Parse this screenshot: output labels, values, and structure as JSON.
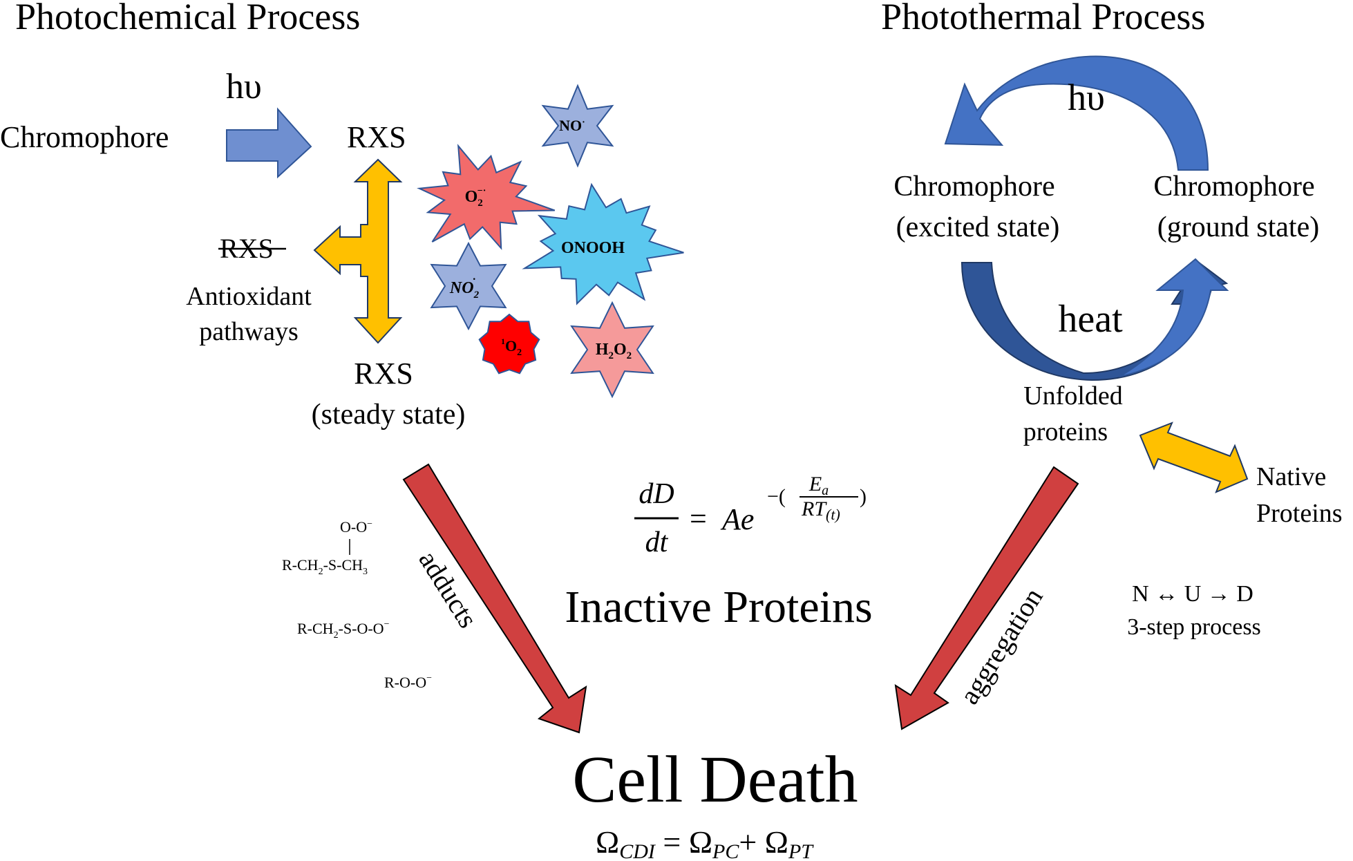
{
  "photochemical": {
    "title": "Photochemical Process",
    "light": "hυ",
    "chromophore": "Chromophore",
    "rxs_top": "RXS",
    "rxs_struck": "RXS",
    "antioxidant_line1": "Antioxidant",
    "antioxidant_line2": "pathways",
    "rxs_bottom": "RXS",
    "steady_state": "(steady state)"
  },
  "species": {
    "no": "NO",
    "no_dot": "·",
    "superoxide": "O",
    "superoxide_sub": "2",
    "superoxide_sup": "−·",
    "onooh": "ONOOH",
    "no2": "NO",
    "no2_sub": "2",
    "no2_dot": "·",
    "singlet_o2": "O",
    "singlet_o2_sub": "2",
    "singlet_o2_pre": "1",
    "h2o2_h": "H",
    "h2o2_sub1": "2",
    "h2o2_o": "O",
    "h2o2_sub2": "2"
  },
  "photothermal": {
    "title": "Photothermal Process",
    "light": "hυ",
    "excited_line1": "Chromophore",
    "excited_line2": "(excited state)",
    "ground_line1": "Chromophore",
    "ground_line2": "(ground state)",
    "heat": "heat",
    "unfolded_line1": "Unfolded",
    "unfolded_line2": "proteins",
    "native_line1": "Native",
    "native_line2": "Proteins",
    "process_line1": "N ↔ U → D",
    "process_line2": "3-step process"
  },
  "adducts": {
    "label": "adducts",
    "struct1_top": "O-O",
    "struct1_top_sup": "−",
    "struct1_bond": "|",
    "struct1_a": "R-CH",
    "struct1_a_sub": "2",
    "struct1_b": "-S-CH",
    "struct1_b_sub": "3",
    "struct2_a": "R-CH",
    "struct2_a_sub": "2",
    "struct2_b": "-S-O-O",
    "struct2_b_sup": "−",
    "struct3": "R-O-O",
    "struct3_sup": "−"
  },
  "aggregation": {
    "label": "aggregation"
  },
  "center": {
    "eq_dD": "dD",
    "eq_dt": "dt",
    "eq_eq": "=",
    "eq_Ae": "Ae",
    "eq_exp_pre": "−(",
    "eq_Ea": "E",
    "eq_Ea_sub": "a",
    "eq_RT": "RT",
    "eq_RT_sub": "(t)",
    "eq_exp_post": ")",
    "inactive": "Inactive Proteins"
  },
  "cell_death": {
    "title": "Cell Death",
    "omega1": "Ω",
    "omega1_sub": "CDI",
    "eq": " = ",
    "omega2": "Ω",
    "omega2_sub": "PC",
    "plus": "+ ",
    "omega3": "Ω",
    "omega3_sub": "PT"
  },
  "colors": {
    "blue_arrow": "#6f8fd0",
    "blue_dark": "#2f5597",
    "cycle_blue": "#4472c4",
    "gold": "#ffc000",
    "red_arrow": "#d04040",
    "red_burst": "#f26b6b",
    "cyan_burst": "#5bc8ef",
    "lav_star": "#9cb0dd",
    "red_o2": "#ff0000",
    "pink_star": "#f59a9a"
  }
}
